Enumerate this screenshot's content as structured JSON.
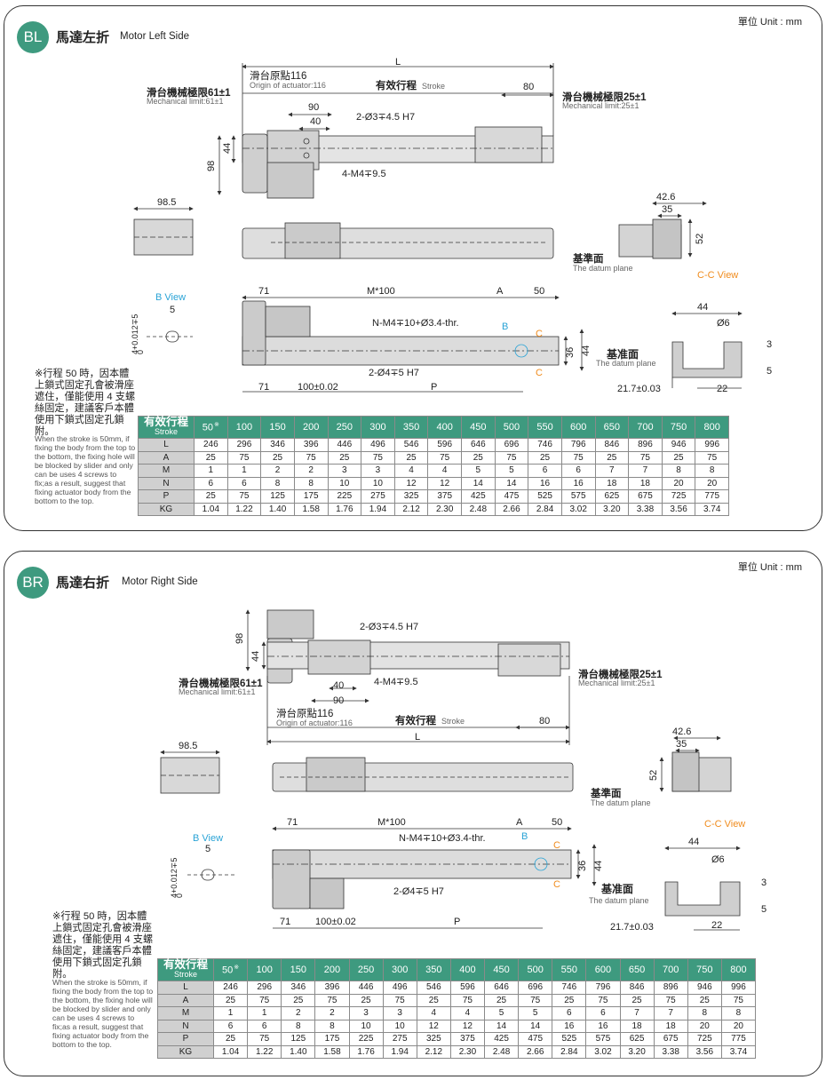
{
  "sections": [
    {
      "badge": "BL",
      "title_zh": "馬達左折",
      "title_en": "Motor Left Side",
      "unit": "單位 Unit : mm",
      "labels": {
        "L": "L",
        "origin_zh": "滑台原點116",
        "origin_en": "Origin of actuator:116",
        "stroke_zh": "有效行程",
        "stroke_en": "Stroke",
        "d80": "80",
        "mech_left_zh": "滑台機械極限61±1",
        "mech_left_en": "Mechanical limit:61±1",
        "mech_right_zh": "滑台機械極限25±1",
        "mech_right_en": "Mechanical limit:25±1",
        "d90": "90",
        "d40": "40",
        "holes_top": "2-Ø3∓4.5 H7",
        "tap": "4-M4∓9.5",
        "d98": "98",
        "d44": "44",
        "d98_5": "98.5",
        "d42_6": "42.6",
        "d35": "35",
        "d52": "52",
        "datum_zh": "基準面",
        "datum_en": "The datum plane",
        "cc_view": "C-C View",
        "b_view": "B View",
        "d5": "5",
        "tol": "4+0.012∓5",
        "tol0": "0",
        "d71a": "71",
        "m100": "M*100",
        "dA": "A",
        "d50": "50",
        "n_thread": "N-M4∓10+Ø3.4-thr.",
        "b": "B",
        "c": "C",
        "d36": "36",
        "d44b": "44",
        "holes_bot": "2-Ø4∓5 H7",
        "d71b": "71",
        "pitch": "100±0.02",
        "dP": "P",
        "cc44": "44",
        "cc6": "Ø6",
        "cc3": "3",
        "cc5": "5",
        "datum2_zh": "基准面",
        "datum2_en": "The datum plane",
        "cc21": "21.7±0.03",
        "cc22": "22"
      },
      "note_zh": "※行程 50 時，因本體上鎖式固定孔會被滑座遮住，僅能使用 4 支螺絲固定，建議客戶本體使用下鎖式固定孔鎖附。",
      "note_en": "When the stroke is 50mm, if fixing the body from the top to the bottom, the fixing hole will be blocked by slider and only can be uses 4 screws to fix;as a result, suggest that fixing actuator body from the bottom to the top.",
      "table": {
        "header_zh": "有效行程",
        "header_en": "Stroke",
        "note_mark": "※",
        "strokes": [
          "50",
          "100",
          "150",
          "200",
          "250",
          "300",
          "350",
          "400",
          "450",
          "500",
          "550",
          "600",
          "650",
          "700",
          "750",
          "800"
        ],
        "rows": [
          {
            "label": "L",
            "values": [
              "246",
              "296",
              "346",
              "396",
              "446",
              "496",
              "546",
              "596",
              "646",
              "696",
              "746",
              "796",
              "846",
              "896",
              "946",
              "996"
            ]
          },
          {
            "label": "A",
            "values": [
              "25",
              "75",
              "25",
              "75",
              "25",
              "75",
              "25",
              "75",
              "25",
              "75",
              "25",
              "75",
              "25",
              "75",
              "25",
              "75"
            ]
          },
          {
            "label": "M",
            "values": [
              "1",
              "1",
              "2",
              "2",
              "3",
              "3",
              "4",
              "4",
              "5",
              "5",
              "6",
              "6",
              "7",
              "7",
              "8",
              "8"
            ]
          },
          {
            "label": "N",
            "values": [
              "6",
              "6",
              "8",
              "8",
              "10",
              "10",
              "12",
              "12",
              "14",
              "14",
              "16",
              "16",
              "18",
              "18",
              "20",
              "20"
            ]
          },
          {
            "label": "P",
            "values": [
              "25",
              "75",
              "125",
              "175",
              "225",
              "275",
              "325",
              "375",
              "425",
              "475",
              "525",
              "575",
              "625",
              "675",
              "725",
              "775"
            ]
          },
          {
            "label": "KG",
            "values": [
              "1.04",
              "1.22",
              "1.40",
              "1.58",
              "1.76",
              "1.94",
              "2.12",
              "2.30",
              "2.48",
              "2.66",
              "2.84",
              "3.02",
              "3.20",
              "3.38",
              "3.56",
              "3.74"
            ]
          }
        ]
      }
    },
    {
      "badge": "BR",
      "title_zh": "馬達右折",
      "title_en": "Motor Right Side",
      "unit": "單位 Unit : mm",
      "labels": {
        "L": "L",
        "origin_zh": "滑台原點116",
        "origin_en": "Origin of actuator:116",
        "stroke_zh": "有效行程",
        "stroke_en": "Stroke",
        "d80": "80",
        "mech_left_zh": "滑台機械極限61±1",
        "mech_left_en": "Mechanical limit:61±1",
        "mech_right_zh": "滑台機械極限25±1",
        "mech_right_en": "Mechanical limit:25±1",
        "d90": "90",
        "d40": "40",
        "holes_top": "2-Ø3∓4.5 H7",
        "tap": "4-M4∓9.5",
        "d98": "98",
        "d44": "44",
        "d98_5": "98.5",
        "d42_6": "42.6",
        "d35": "35",
        "d52": "52",
        "datum_zh": "基準面",
        "datum_en": "The datum plane",
        "cc_view": "C-C View",
        "b_view": "B View",
        "d5": "5",
        "tol": "4+0.012∓5",
        "tol0": "0",
        "d71a": "71",
        "m100": "M*100",
        "dA": "A",
        "d50": "50",
        "n_thread": "N-M4∓10+Ø3.4-thr.",
        "b": "B",
        "c": "C",
        "d36": "36",
        "d44b": "44",
        "holes_bot": "2-Ø4∓5 H7",
        "d71b": "71",
        "pitch": "100±0.02",
        "dP": "P",
        "cc44": "44",
        "cc6": "Ø6",
        "cc3": "3",
        "cc5": "5",
        "datum2_zh": "基准面",
        "datum2_en": "The datum plane",
        "cc21": "21.7±0.03",
        "cc22": "22"
      },
      "note_zh": "※行程 50 時，因本體上鎖式固定孔會被滑座遮住，僅能使用 4 支螺絲固定，建議客戶本體使用下鎖式固定孔鎖附。",
      "note_en": "When the stroke is 50mm, if fixing the body from the top to the bottom, the fixing hole will be blocked by slider and only can be uses 4 screws to fix;as a result, suggest that fixing actuator body from the bottom to the top.",
      "table": {
        "header_zh": "有效行程",
        "header_en": "Stroke",
        "note_mark": "※",
        "strokes": [
          "50",
          "100",
          "150",
          "200",
          "250",
          "300",
          "350",
          "400",
          "450",
          "500",
          "550",
          "600",
          "650",
          "700",
          "750",
          "800"
        ],
        "rows": [
          {
            "label": "L",
            "values": [
              "246",
              "296",
              "346",
              "396",
              "446",
              "496",
              "546",
              "596",
              "646",
              "696",
              "746",
              "796",
              "846",
              "896",
              "946",
              "996"
            ]
          },
          {
            "label": "A",
            "values": [
              "25",
              "75",
              "25",
              "75",
              "25",
              "75",
              "25",
              "75",
              "25",
              "75",
              "25",
              "75",
              "25",
              "75",
              "25",
              "75"
            ]
          },
          {
            "label": "M",
            "values": [
              "1",
              "1",
              "2",
              "2",
              "3",
              "3",
              "4",
              "4",
              "5",
              "5",
              "6",
              "6",
              "7",
              "7",
              "8",
              "8"
            ]
          },
          {
            "label": "N",
            "values": [
              "6",
              "6",
              "8",
              "8",
              "10",
              "10",
              "12",
              "12",
              "14",
              "14",
              "16",
              "16",
              "18",
              "18",
              "20",
              "20"
            ]
          },
          {
            "label": "P",
            "values": [
              "25",
              "75",
              "125",
              "175",
              "225",
              "275",
              "325",
              "375",
              "425",
              "475",
              "525",
              "575",
              "625",
              "675",
              "725",
              "775"
            ]
          },
          {
            "label": "KG",
            "values": [
              "1.04",
              "1.22",
              "1.40",
              "1.58",
              "1.76",
              "1.94",
              "2.12",
              "2.30",
              "2.48",
              "2.66",
              "2.84",
              "3.02",
              "3.20",
              "3.38",
              "3.56",
              "3.74"
            ]
          }
        ]
      }
    }
  ]
}
